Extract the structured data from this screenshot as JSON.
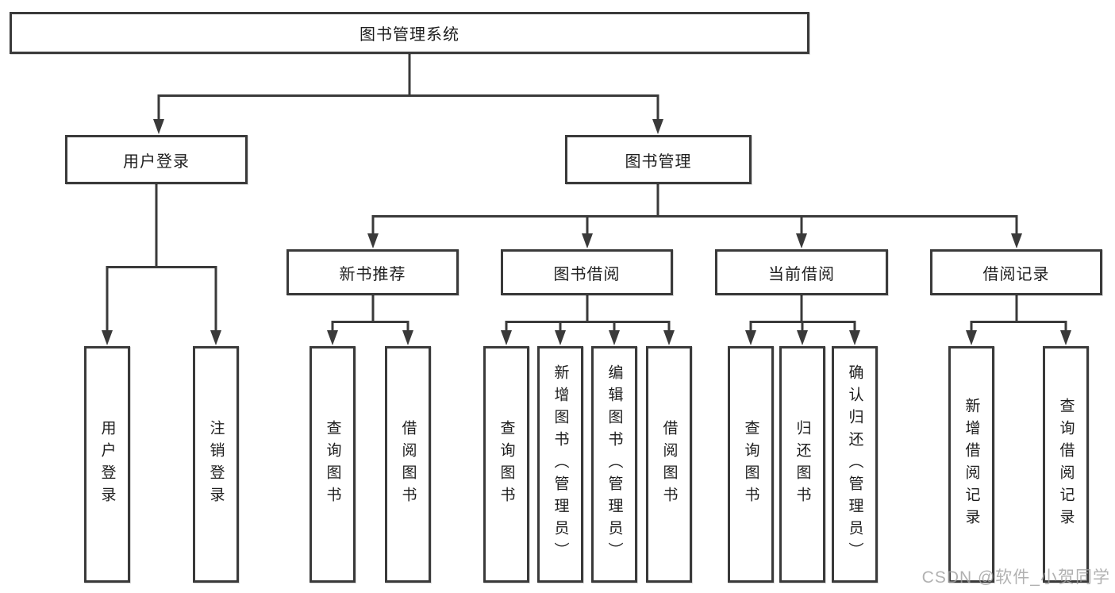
{
  "colors": {
    "line": "#3a3a3a",
    "box_border": "#3a3a3a",
    "text": "#1e1e1e",
    "watermark": "#9e9e9e",
    "background": "#ffffff"
  },
  "watermark": {
    "text": "CSDN @软件_小贺同学"
  },
  "nodes": {
    "root": {
      "label": "图书管理系统"
    },
    "userLogin": {
      "label": "用户登录",
      "children": [
        "用户登录",
        "注销登录"
      ]
    },
    "bookManagement": {
      "label": "图书管理",
      "groups": [
        {
          "label": "新书推荐",
          "children": [
            "查询图书",
            "借阅图书"
          ]
        },
        {
          "label": "图书借阅",
          "children": [
            "查询图书",
            "新增图书（管理员）",
            "编辑图书（管理员）",
            "借阅图书"
          ]
        },
        {
          "label": "当前借阅",
          "children": [
            "查询图书",
            "归还图书",
            "确认归还（管理员）"
          ]
        },
        {
          "label": "借阅记录",
          "children": [
            "新增借阅记录",
            "查询借阅记录"
          ]
        }
      ]
    }
  }
}
